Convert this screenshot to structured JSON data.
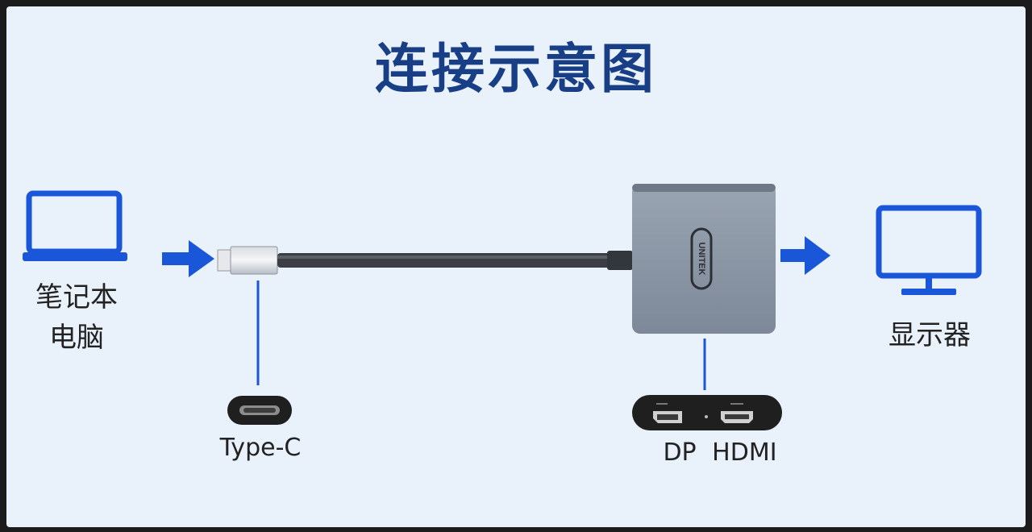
{
  "title": "连接示意图",
  "laptop": {
    "label_line1": "笔记本",
    "label_line2": "电脑"
  },
  "monitor": {
    "label": "显示器"
  },
  "connector_typec": {
    "label": "Type-C"
  },
  "connector_ports": {
    "label": "DP HDMI"
  },
  "adapter": {
    "brand": "UNITEK"
  },
  "colors": {
    "title": "#183e86",
    "accent": "#1a56d8",
    "background": "#e9f1fb",
    "adapter_body": "#8a95a3"
  }
}
